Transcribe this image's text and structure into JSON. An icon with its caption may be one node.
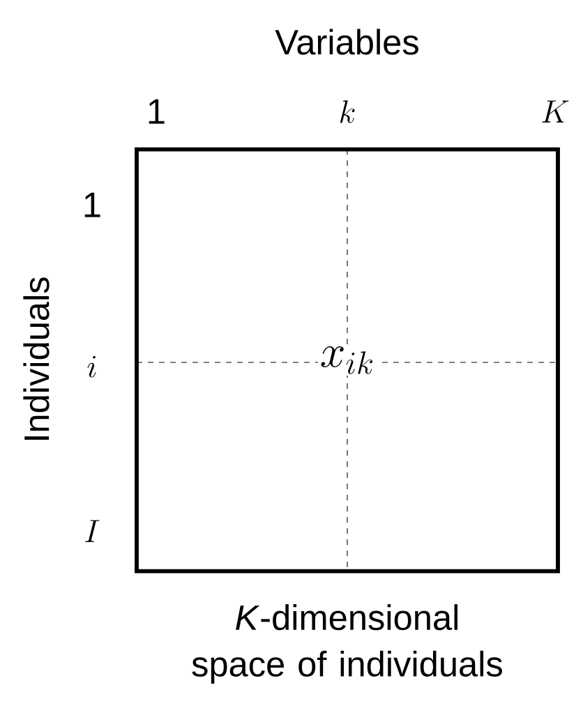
{
  "diagram": {
    "title": "Variables",
    "caption": "*K*-dimensional space of individuals",
    "nodes": [
      {
        "text": [
          "x_{ik}"
        ]
      }
    ],
    "labels": [
      "1",
      "k",
      "K",
      "Individuals",
      "1",
      "i",
      "I"
    ]
  }
}
